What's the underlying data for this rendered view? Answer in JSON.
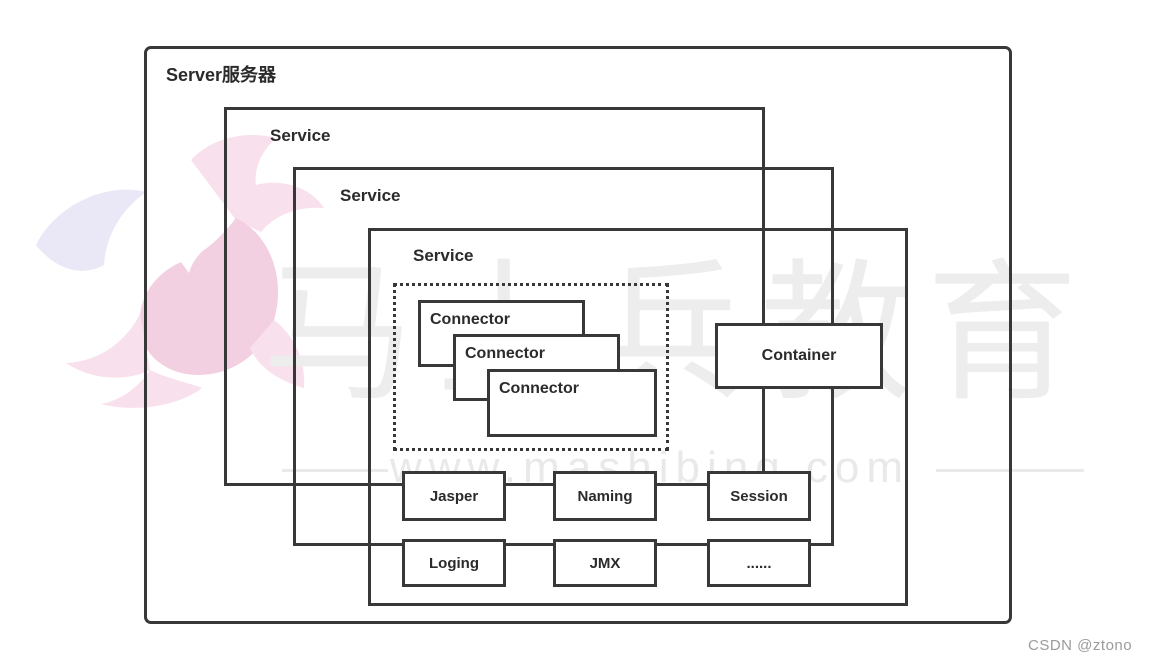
{
  "colors": {
    "border": "#383838",
    "label_text": "#2b2b2b",
    "watermark_gray": "#ededed",
    "watermark_pink": "#f8e0ec",
    "watermark_pink_deep": "#f3d0e1",
    "watermark_lavender": "#eae8f6",
    "credit_gray": "#9b9b9b"
  },
  "server": {
    "label": "Server服务器"
  },
  "services": [
    {
      "label": "Service"
    },
    {
      "label": "Service"
    },
    {
      "label": "Service"
    }
  ],
  "connectors": [
    {
      "label": "Connector"
    },
    {
      "label": "Connector"
    },
    {
      "label": "Connector"
    }
  ],
  "container": {
    "label": "Container"
  },
  "components": [
    {
      "label": "Jasper"
    },
    {
      "label": "Naming"
    },
    {
      "label": "Session"
    },
    {
      "label": "Loging"
    },
    {
      "label": "JMX"
    },
    {
      "label": "......"
    }
  ],
  "watermark": {
    "brand": "马士兵教育",
    "url": "www.mashibing.com",
    "credit": "CSDN @ztono",
    "logo_name": "mashibing-horse-logo"
  }
}
